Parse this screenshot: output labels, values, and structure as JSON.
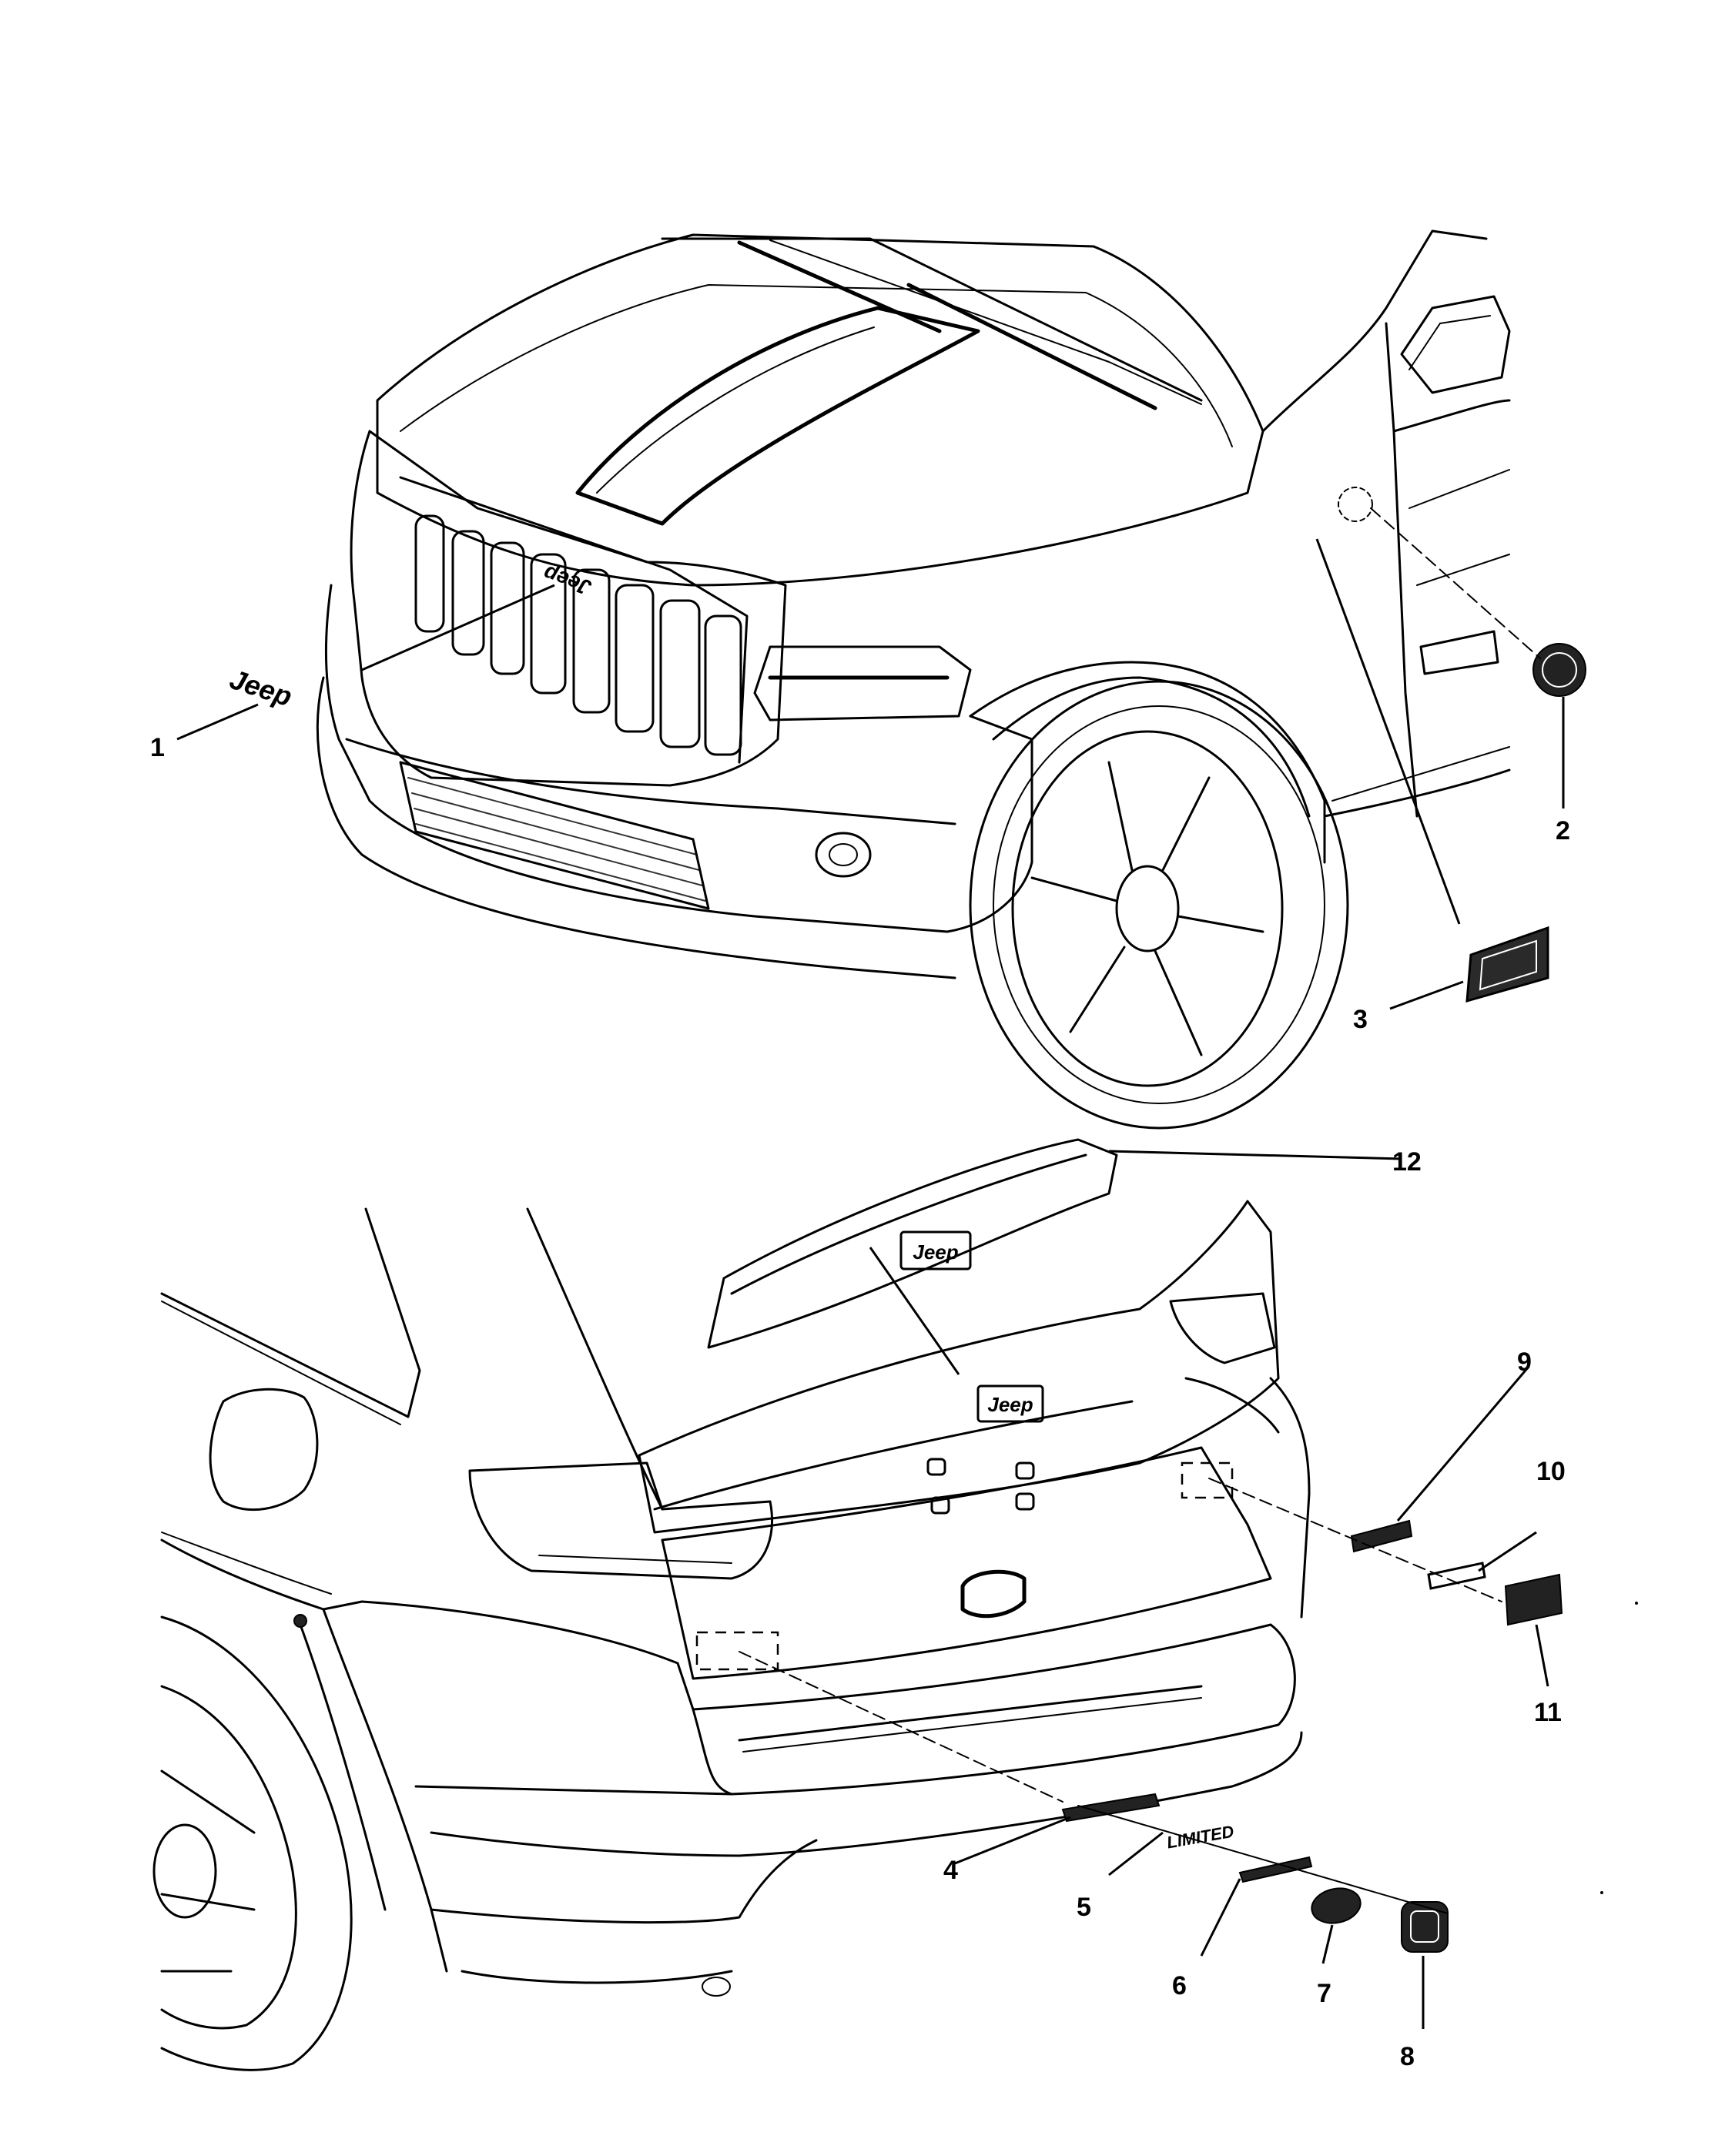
{
  "callouts": [
    {
      "id": "1",
      "label": "1"
    },
    {
      "id": "2",
      "label": "2"
    },
    {
      "id": "3",
      "label": "3"
    },
    {
      "id": "4",
      "label": "4"
    },
    {
      "id": "5",
      "label": "5"
    },
    {
      "id": "6",
      "label": "6"
    },
    {
      "id": "7",
      "label": "7"
    },
    {
      "id": "8",
      "label": "8"
    },
    {
      "id": "9",
      "label": "9"
    },
    {
      "id": "10",
      "label": "10"
    },
    {
      "id": "11",
      "label": "11"
    },
    {
      "id": "12",
      "label": "12"
    }
  ],
  "badges": {
    "front_grille_logo": "Jeep",
    "front_loose_logo": "Jeep",
    "liftgate_upper_logo": "Jeep",
    "liftgate_lower_logo": "Jeep",
    "badge_5_text": "LIMITED"
  },
  "icons": {
    "vehicle_front": "vehicle-front-illustration",
    "vehicle_rear": "vehicle-rear-illustration"
  }
}
